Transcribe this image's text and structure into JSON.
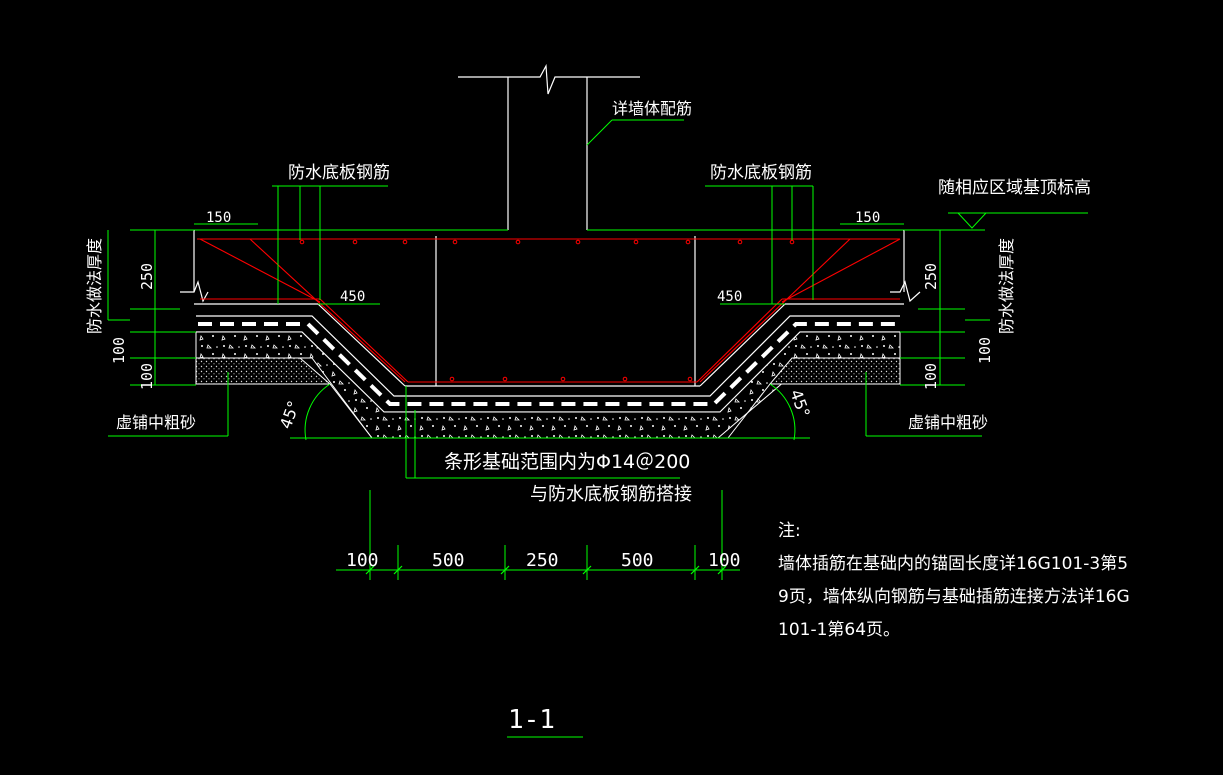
{
  "drawing": {
    "wall_note": "详墙体配筋",
    "rebar_label_left": "防水底板钢筋",
    "rebar_label_right": "防水底板钢筋",
    "elevation_note": "随相应区域基顶标高",
    "dim_150": "150",
    "dim_250": "250",
    "dim_450": "450",
    "dim_100": "100",
    "waterproof_thickness": "防水做法厚度",
    "sand_label": "虚铺中粗砂",
    "angle_label": "45°",
    "strip_note_line1": "条形基础范围内为Φ14＠200",
    "strip_note_line2": "与防水底板钢筋搭接",
    "bottom_dims": [
      "100",
      "500",
      "250",
      "500",
      "100"
    ],
    "section_title": "1-1"
  },
  "notes": {
    "heading": "注:",
    "lines": [
      "墙体插筋在基础内的锚固长度详16G101-3第5",
      "9页，墙体纵向钢筋与基础插筋连接方法详16G",
      "101-1第64页。"
    ]
  },
  "colors": {
    "background": "#000000",
    "dimension": "#00ff00",
    "rebar": "#ff0000",
    "outline": "#ffffff"
  }
}
